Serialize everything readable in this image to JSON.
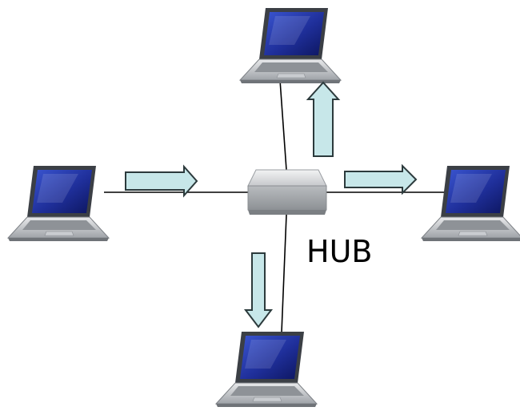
{
  "diagram": {
    "hub_label": "HUB",
    "hub_icon": "network-hub-icon",
    "nodes": [
      {
        "id": "laptop-top",
        "icon": "laptop-icon"
      },
      {
        "id": "laptop-left",
        "icon": "laptop-icon"
      },
      {
        "id": "laptop-right",
        "icon": "laptop-icon"
      },
      {
        "id": "laptop-bottom",
        "icon": "laptop-icon"
      }
    ],
    "arrows": [
      {
        "from": "laptop-left",
        "to": "hub"
      },
      {
        "from": "hub",
        "to": "laptop-top"
      },
      {
        "from": "hub",
        "to": "laptop-right"
      },
      {
        "from": "hub",
        "to": "laptop-bottom"
      }
    ],
    "colors": {
      "arrow_fill": "#c7e7e9",
      "arrow_stroke": "#2c3a3c",
      "screen_blue": "#1f2f9a",
      "laptop_silver": "#bfc2c6",
      "hub_gray": "#cfd1d4",
      "cable": "#000000"
    }
  }
}
